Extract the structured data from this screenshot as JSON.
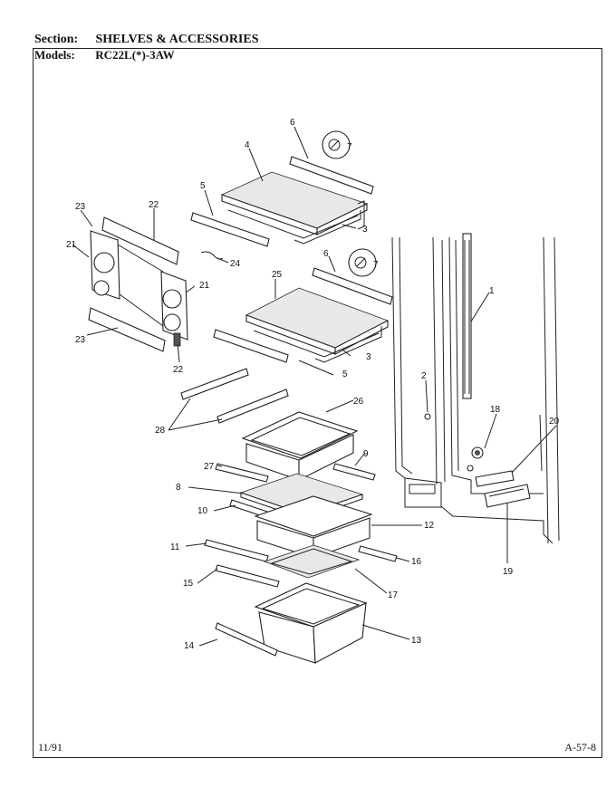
{
  "header": {
    "section_label": "Section:",
    "section_value": "SHELVES & ACCESSORIES",
    "models_label": "Models:",
    "models_value": "RC22L(*)-3AW"
  },
  "footer": {
    "date": "11/91",
    "page_ref": "A-57-8"
  },
  "callouts": [
    "1",
    "2",
    "3",
    "3",
    "4",
    "5",
    "5",
    "6",
    "6",
    "7",
    "7",
    "8",
    "9",
    "10",
    "11",
    "12",
    "13",
    "14",
    "15",
    "16",
    "17",
    "18",
    "19",
    "20",
    "21",
    "21",
    "22",
    "22",
    "23",
    "23",
    "24",
    "25",
    "26",
    "27",
    "28"
  ]
}
